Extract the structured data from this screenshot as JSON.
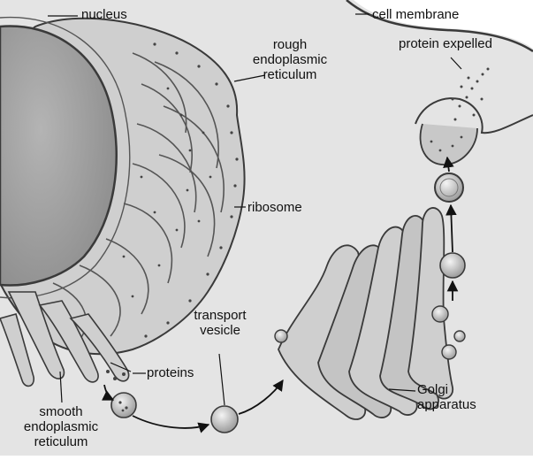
{
  "labels": {
    "nucleus": "nucleus",
    "cell_membrane": "cell membrane",
    "protein_expelled": "protein expelled",
    "rough_er": [
      "rough",
      "endoplasmic",
      "reticulum"
    ],
    "ribosome": "ribosome",
    "transport_vesicle": [
      "transport",
      "vesicle"
    ],
    "proteins": "proteins",
    "golgi": [
      "Golgi",
      "apparatus"
    ],
    "smooth_er": [
      "smooth",
      "endoplasmic",
      "reticulum"
    ]
  },
  "colors": {
    "cytoplasm": "#e4e4e4",
    "nucleus": "#a9a9a9",
    "organelle_fill": "#d0d0d0",
    "organelle_dark": "#9a9a9a",
    "outline": "#3a3a3a",
    "ribosome_dot": "#444444",
    "background": "#ffffff"
  }
}
